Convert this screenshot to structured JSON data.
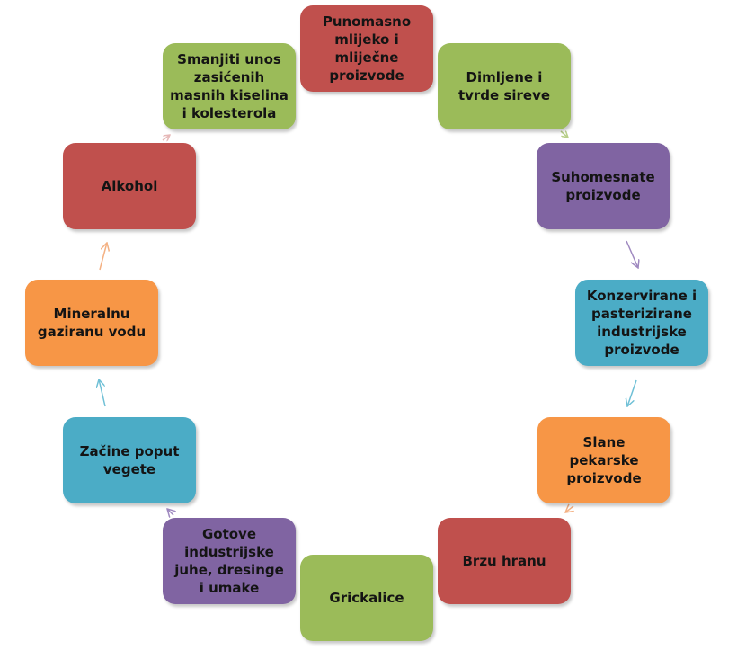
{
  "nodes": [
    {
      "label": "Punomasno\nmlijeko i\nmliječne\nproizvode",
      "color": "#c0504d"
    },
    {
      "label": "Dimljene i\ntvrde sireve",
      "color": "#9bbb59"
    },
    {
      "label": "Suhomesnate\nproizvode",
      "color": "#8064a2"
    },
    {
      "label": "Konzervirane i\npasterizirane\nindustrijske\nproizvode",
      "color": "#4bacc6"
    },
    {
      "label": "Slane\npekarske\nproizvode",
      "color": "#f79646"
    },
    {
      "label": "Brzu hranu",
      "color": "#c0504d"
    },
    {
      "label": "Grickalice",
      "color": "#9bbb59"
    },
    {
      "label": "Gotove\nindustrijske\njuhe, dresinge\ni umake",
      "color": "#8064a2"
    },
    {
      "label": "Začine poput\nvegete",
      "color": "#4bacc6"
    },
    {
      "label": "Mineralnu\ngaziranu vodu",
      "color": "#f79646"
    },
    {
      "label": "Alkohol",
      "color": "#c0504d"
    },
    {
      "label": "Smanjiti unos\nzasićenih\nmasnih kiselina\ni kolesterola",
      "color": "#9bbb59"
    }
  ],
  "arrow_colors": {
    "red": "#e6b8b7",
    "green": "#b8cf8a",
    "purple": "#9f89c0",
    "teal": "#6fc0d6",
    "orange": "#f4b183"
  }
}
